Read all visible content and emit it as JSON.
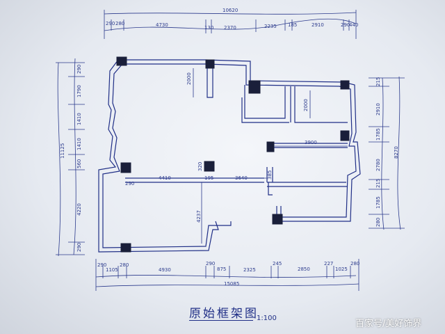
{
  "title": "原始框架图",
  "scale": "1:100",
  "watermark": "百家号/美好饰界",
  "dims": {
    "top_total": "10620",
    "top": [
      "290",
      "280",
      "4730",
      "130",
      "2370",
      "2235",
      "185",
      "2910",
      "290",
      "440"
    ],
    "bottom_total": "15085",
    "bottom": [
      "290",
      "1105",
      "280",
      "4930",
      "290",
      "875",
      "2325",
      "245",
      "2850",
      "227",
      "1025",
      "280"
    ],
    "left_total": "11125",
    "left": [
      "290",
      "1790",
      "1410",
      "1410",
      "560",
      "4220",
      "290"
    ],
    "right_total": "8270",
    "right": [
      "215",
      "2910",
      "1785",
      "2780",
      "215",
      "1785",
      "280"
    ],
    "interior": {
      "w2000a": "2000",
      "w2000b": "2000",
      "w3900": "3900",
      "w4410": "4410",
      "w3640": "3640",
      "w4237": "4237",
      "d320": "320",
      "d385": "385",
      "d290": "290",
      "d195": "195"
    }
  }
}
